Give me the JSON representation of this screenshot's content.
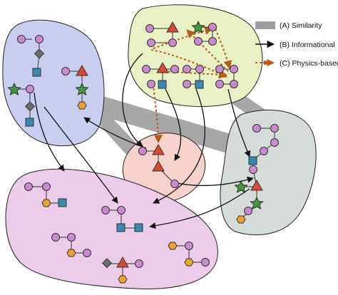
{
  "legend": {
    "similarity": "(A) Similarity",
    "informational": "(B) Informational",
    "physics": "(C) Physics-based"
  },
  "colors": {
    "cluster_blue": "#c9cdee",
    "cluster_green": "#e8f0c4",
    "cluster_pink_center": "#f5d2cc",
    "cluster_gray": "#d6dcd8",
    "cluster_purple": "#ebcdea",
    "node_circle": "#c98ad0",
    "node_triangle": "#d84a32",
    "node_square": "#3a8ab0",
    "node_diamond": "#6e6e6e",
    "node_star": "#3f9a3a",
    "node_hexagon": "#f0a030",
    "similarity_band": "#9e9e9e",
    "informational_arrow": "#111111",
    "physics_arrow": "#b35c1e"
  },
  "icons": {
    "circle": "sugar-circle",
    "triangle": "sugar-triangle",
    "square": "sugar-square",
    "diamond": "sugar-diamond",
    "star": "sugar-star",
    "hexagon": "sugar-hexagon"
  }
}
